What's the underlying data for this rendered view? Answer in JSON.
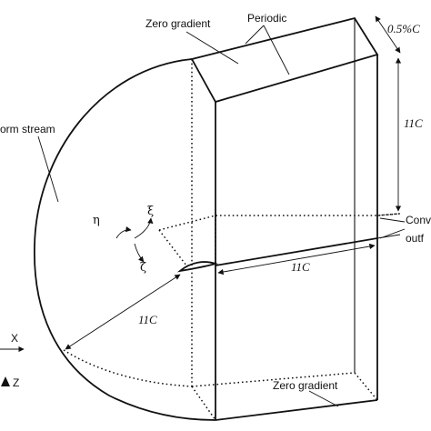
{
  "labels": {
    "zero_gradient_top": "Zero gradient",
    "periodic": "Periodic",
    "span_thickness": "0.5%C",
    "height_above": "11C",
    "uniform_stream": "orm stream",
    "conv_outflow_1": "Conv",
    "conv_outflow_2": "outf",
    "wake_length": "11C",
    "radius": "11C",
    "zero_gradient_bottom": "Zero gradient",
    "axis_x": "X",
    "axis_z": "Z",
    "eta": "η",
    "xi": "ξ",
    "zeta": "ζ"
  },
  "colors": {
    "line": "#111111",
    "background": "#ffffff"
  }
}
